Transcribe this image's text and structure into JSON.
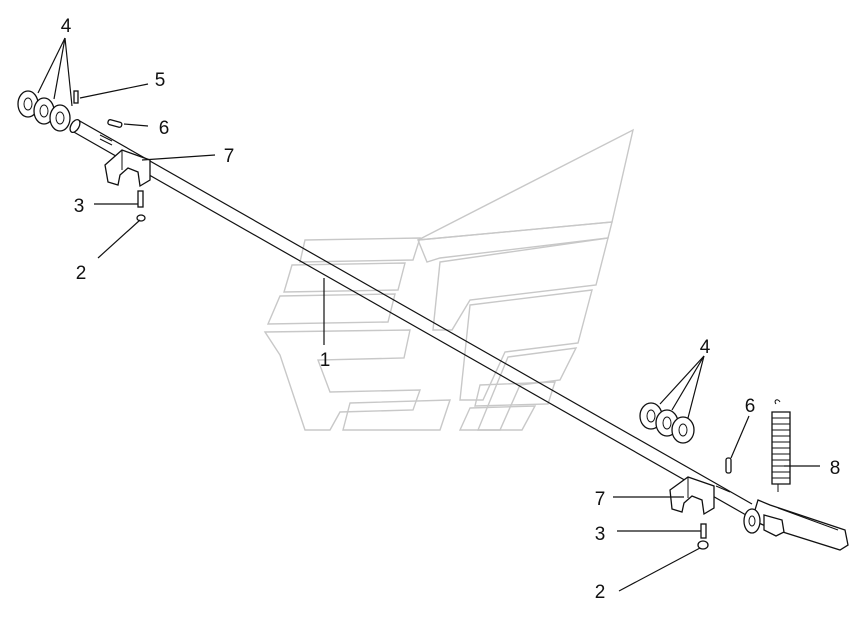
{
  "diagram": {
    "callouts": {
      "top_washers": "4",
      "top_pin": "5",
      "top_key": "6",
      "top_bracket": "7",
      "left_bolt": "3",
      "left_nut": "2",
      "shaft": "1",
      "right_washers": "4",
      "right_key": "6",
      "spring": "8",
      "right_bracket": "7",
      "right_bolt": "3",
      "right_nut": "2"
    },
    "colors": {
      "line": "#111111",
      "watermark": "#c8c8c8",
      "background": "#ffffff"
    }
  }
}
